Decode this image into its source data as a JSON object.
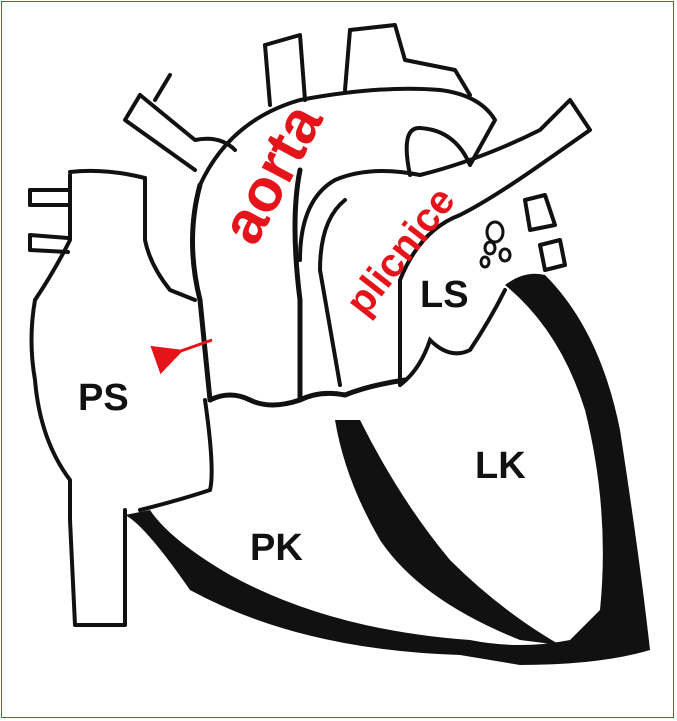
{
  "colors": {
    "frame": "#cc3333",
    "ink": "#111111",
    "accent_red": "#e5141b",
    "background": "#ffffff"
  },
  "labels": {
    "ps": "PS",
    "pk": "PK",
    "ls": "LS",
    "lk": "LK",
    "aorta": "aorta",
    "plicnice": "plicnice"
  },
  "arrow": {
    "color": "#e5141b",
    "direction": "left"
  }
}
